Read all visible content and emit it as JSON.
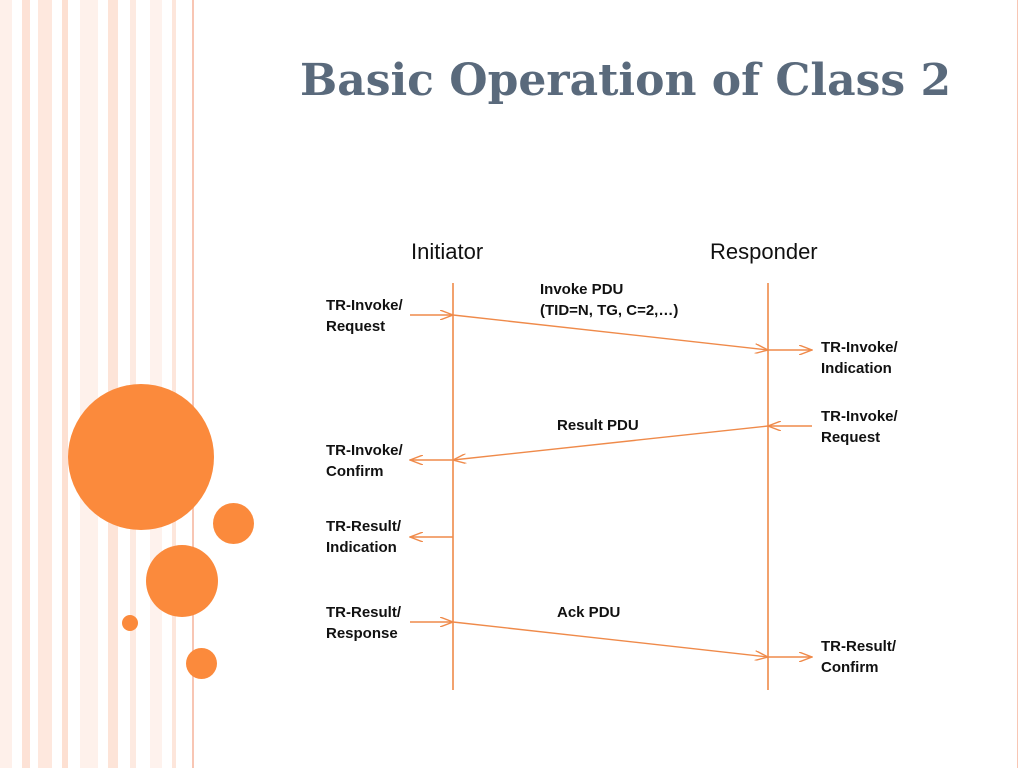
{
  "slide": {
    "title": "Basic Operation of Class 2"
  },
  "theme": {
    "accent_color": "#fb8a3c",
    "line_color": "#ef8a4a",
    "title_color": "#5a6a7c",
    "stripe_color": "#fde2d6"
  },
  "diagram": {
    "initiator_label": "Initiator",
    "responder_label": "Responder",
    "messages": {
      "invoke_pdu": {
        "line1": "Invoke PDU",
        "line2": "(TID=N, TG, C=2,…)"
      },
      "result_pdu": {
        "line1": "Result PDU"
      },
      "ack_pdu": {
        "line1": "Ack PDU"
      }
    },
    "initiator_primitives": {
      "invoke_request": {
        "line1": "TR-Invoke/",
        "line2": "Request"
      },
      "invoke_confirm": {
        "line1": "TR-Invoke/",
        "line2": "Confirm"
      },
      "result_indication": {
        "line1": "TR-Result/",
        "line2": "Indication"
      },
      "result_response": {
        "line1": "TR-Result/",
        "line2": "Response"
      }
    },
    "responder_primitives": {
      "invoke_indication": {
        "line1": "TR-Invoke/",
        "line2": "Indication"
      },
      "invoke_request": {
        "line1": "TR-Invoke/",
        "line2": "Request"
      },
      "result_confirm": {
        "line1": "TR-Result/",
        "line2": "Confirm"
      }
    }
  }
}
